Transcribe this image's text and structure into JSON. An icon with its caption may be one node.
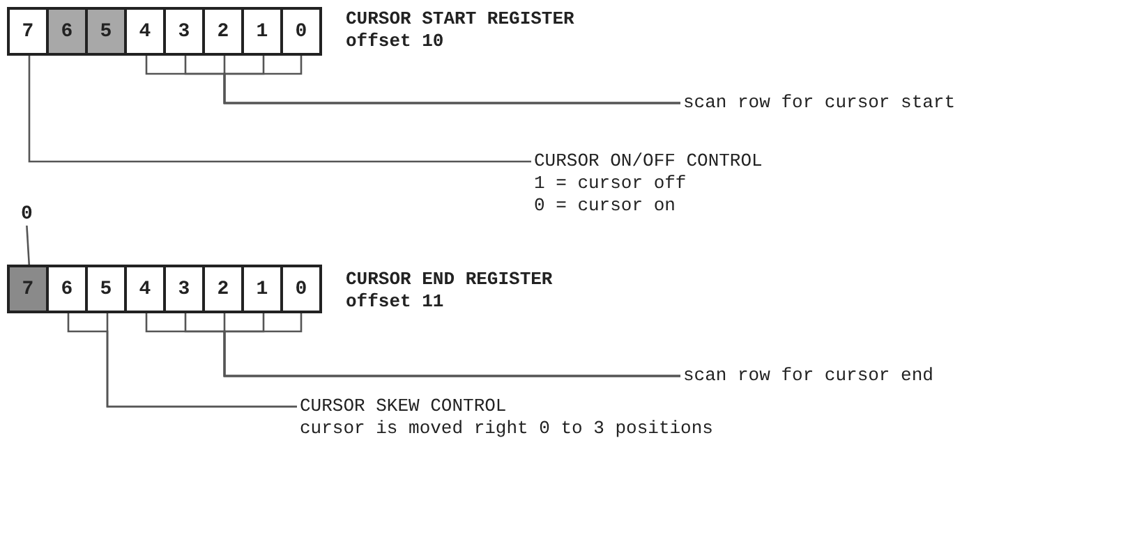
{
  "diagram": {
    "nodes": [
      {
        "text": [
          "CURSOR START REGISTER",
          "offset 10"
        ]
      },
      {
        "text": [
          "7"
        ],
        "in": 0
      },
      {
        "text": [
          "6"
        ],
        "in": 0
      },
      {
        "text": [
          "5"
        ],
        "in": 0
      },
      {
        "text": [
          "4"
        ],
        "in": 0
      },
      {
        "text": [
          "3"
        ],
        "in": 0
      },
      {
        "text": [
          "2"
        ],
        "in": 0
      },
      {
        "text": [
          "1"
        ],
        "in": 0
      },
      {
        "text": [
          "0"
        ],
        "in": 0
      },
      {
        "text": [
          "scan row for cursor start"
        ]
      },
      {
        "text": [
          "CURSOR ON/OFF CONTROL",
          "1 = cursor off",
          "0 = cursor on"
        ]
      },
      {
        "text": [
          "0"
        ]
      },
      {
        "text": [
          "CURSOR END REGISTER",
          "offset 11"
        ]
      },
      {
        "text": [
          "7"
        ],
        "in": 12
      },
      {
        "text": [
          "6"
        ],
        "in": 12
      },
      {
        "text": [
          "5"
        ],
        "in": 12
      },
      {
        "text": [
          "4"
        ],
        "in": 12
      },
      {
        "text": [
          "3"
        ],
        "in": 12
      },
      {
        "text": [
          "2"
        ],
        "in": 12
      },
      {
        "text": [
          "1"
        ],
        "in": 12
      },
      {
        "text": [
          "0"
        ],
        "in": 12
      },
      {
        "text": [
          "scan row for cursor end"
        ]
      },
      {
        "text": [
          "CURSOR SKEW CONTROL",
          "cursor is moved right 0 to 3 positions"
        ]
      }
    ],
    "edges": [
      {
        "from": 4,
        "to": 9,
        "arrow": "none"
      },
      {
        "from": 5,
        "to": 9,
        "arrow": "none"
      },
      {
        "from": 6,
        "to": 9,
        "arrow": "none"
      },
      {
        "from": 7,
        "to": 9,
        "arrow": "none"
      },
      {
        "from": 8,
        "to": 9,
        "arrow": "none"
      },
      {
        "from": 1,
        "to": 10,
        "arrow": "none"
      },
      {
        "from": 11,
        "to": 13,
        "arrow": "none"
      },
      {
        "from": 16,
        "to": 21,
        "arrow": "none"
      },
      {
        "from": 17,
        "to": 21,
        "arrow": "none"
      },
      {
        "from": 18,
        "to": 21,
        "arrow": "none"
      },
      {
        "from": 19,
        "to": 21,
        "arrow": "none"
      },
      {
        "from": 20,
        "to": 21,
        "arrow": "none"
      },
      {
        "from": 14,
        "to": 22,
        "arrow": "none"
      },
      {
        "from": 15,
        "to": 22,
        "arrow": "none"
      }
    ]
  }
}
